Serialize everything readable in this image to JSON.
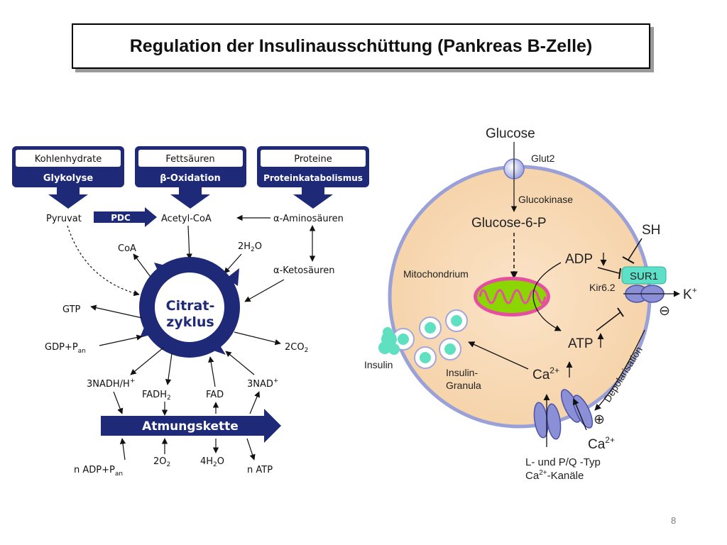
{
  "title": "Regulation der Insulinausschüttung (Pankreas B-Zelle)",
  "page_number": "8",
  "colors": {
    "navy": "#1e2a78",
    "cell_fill": "#f7d9b6",
    "mito_green": "#8bd600",
    "mito_pink": "#e64fa0",
    "channel_blue": "#8a8fd6",
    "granule_teal": "#5fe0c0",
    "sur1_teal": "#5ee0c8"
  },
  "left": {
    "sources": [
      {
        "top": "Kohlenhydrate",
        "bottom": "Glykolyse"
      },
      {
        "top": "Fettsäuren",
        "bottom": "β-Oxidation"
      },
      {
        "top": "Proteine",
        "bottom": "Proteinkatabolismus"
      }
    ],
    "pyruvat": "Pyruvat",
    "pdc": "PDC",
    "acetyl_coa": "Acetyl-CoA",
    "amino": "α-Aminosäuren",
    "keto": "α-Ketosäuren",
    "coa": "CoA",
    "h2o": {
      "main": "2H",
      "sub": "2",
      "tail": "O"
    },
    "cycle_line1": "Citrat-",
    "cycle_line2": "zyklus",
    "gtp": "GTP",
    "gdp": {
      "main": "GDP+P",
      "sub": "an"
    },
    "co2": {
      "main": "2CO",
      "sub": "2"
    },
    "nadh": {
      "main": "3NADH/H",
      "sup": "+"
    },
    "fadh2": {
      "main": "FADH",
      "sub": "2"
    },
    "fad": "FAD",
    "nad": {
      "main": "3NAD",
      "sup": "+"
    },
    "atmung": "Atmungskette",
    "adp": {
      "main": "n ADP+P",
      "sub": "an"
    },
    "o2": {
      "main": "2O",
      "sub": "2"
    },
    "h2o_out": {
      "main": "4H",
      "sub": "2",
      "tail": "O"
    },
    "atp": "n ATP"
  },
  "right": {
    "glucose": "Glucose",
    "glut2": "Glut2",
    "glucokinase": "Glucokinase",
    "glucose6p": "Glucose-6-P",
    "sh": "SH",
    "adp": "ADP",
    "sur1": "SUR1",
    "mitochondrium": "Mitochondrium",
    "kir": "Kir6.2",
    "k": {
      "main": "K",
      "sup": "+"
    },
    "minus": "⊖",
    "atp": "ATP",
    "depolarisation": "Depolarisation",
    "insulin": "Insulin",
    "granula_1": "Insulin-",
    "granula_2": "Granula",
    "ca_in": {
      "main": "Ca",
      "sup": "2+"
    },
    "plus": "⊕",
    "ca_out": {
      "main": "Ca",
      "sup": "2+"
    },
    "channels_line1": "L- und  P/Q -Typ",
    "channels_line2": {
      "main": "Ca",
      "sup": "2+",
      "tail": "-Kanäle"
    }
  }
}
